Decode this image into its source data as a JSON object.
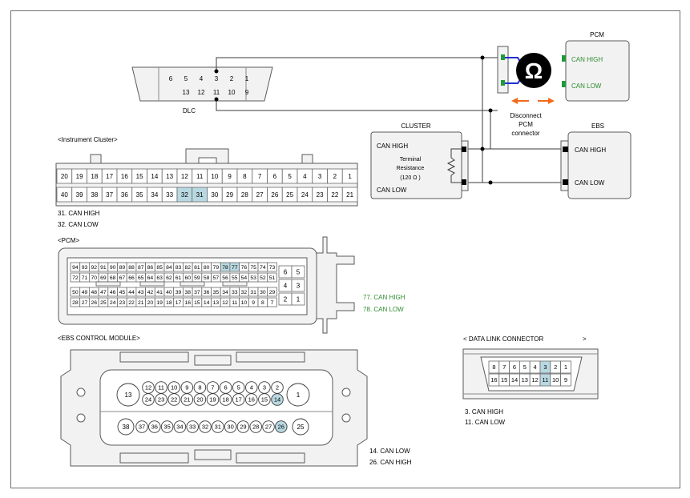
{
  "colors": {
    "line": "#3a3a3a",
    "box_fill": "#f2f2f2",
    "box_stroke": "#5a5a5a",
    "highlight": "#b9d9e2",
    "green_text": "#2e8b2e",
    "blue_wire": "#1e2fd4",
    "green_pin": "#1f9a3a",
    "orange_arrow": "#f26a1b",
    "ohm_fill": "#000000"
  },
  "dlc_top": {
    "label": "DLC",
    "row1": [
      "6",
      "5",
      "4",
      "3",
      "2",
      "1"
    ],
    "row2": [
      "13",
      "12",
      "11",
      "10",
      "9"
    ]
  },
  "pcm_box": {
    "title": "PCM",
    "high": "CAN HIGH",
    "low": "CAN LOW"
  },
  "ebs_box": {
    "title": "EBS",
    "high": "CAN HIGH",
    "low": "CAN LOW"
  },
  "cluster_box": {
    "title": "CLUSTER",
    "high": "CAN HIGH",
    "low": "CAN LOW",
    "res_line1": "Terminal",
    "res_line2": "Resistance",
    "res_line3": "(120   Ω )"
  },
  "ohmmeter": {
    "symbol": "Ω",
    "icon": "ohmmeter-icon"
  },
  "disconnect": {
    "line1": "Disconnect",
    "line2": "PCM",
    "line3": "connector"
  },
  "instrument_cluster": {
    "title": "<Instrument Cluster>",
    "row1": [
      "20",
      "19",
      "18",
      "17",
      "16",
      "15",
      "14",
      "13",
      "12",
      "11",
      "10",
      "9",
      "8",
      "7",
      "6",
      "5",
      "4",
      "3",
      "2",
      "1"
    ],
    "row2": [
      "40",
      "39",
      "38",
      "37",
      "36",
      "35",
      "34",
      "33",
      "32",
      "31",
      "30",
      "29",
      "28",
      "27",
      "26",
      "25",
      "24",
      "23",
      "22",
      "21"
    ],
    "highlighted": [
      "32",
      "31"
    ],
    "note1": "31.   CAN HIGH",
    "note2": "32.   CAN LOW"
  },
  "pcm_connector": {
    "title": "<PCM>",
    "row1": [
      "94",
      "93",
      "92",
      "91",
      "90",
      "89",
      "88",
      "87",
      "86",
      "85",
      "84",
      "83",
      "82",
      "81",
      "80",
      "79",
      "78",
      "77",
      "76",
      "75",
      "74",
      "73"
    ],
    "row2": [
      "72",
      "71",
      "70",
      "69",
      "68",
      "67",
      "66",
      "65",
      "64",
      "63",
      "62",
      "61",
      "60",
      "59",
      "58",
      "57",
      "56",
      "55",
      "54",
      "53",
      "52",
      "51"
    ],
    "row3": [
      "50",
      "49",
      "48",
      "47",
      "46",
      "45",
      "44",
      "43",
      "42",
      "41",
      "40",
      "39",
      "38",
      "37",
      "36",
      "35",
      "34",
      "33",
      "32",
      "31",
      "30",
      "29"
    ],
    "row4": [
      "28",
      "27",
      "26",
      "25",
      "24",
      "23",
      "22",
      "21",
      "20",
      "19",
      "18",
      "17",
      "16",
      "15",
      "14",
      "13",
      "12",
      "11",
      "10",
      "9",
      "8",
      "7"
    ],
    "side": [
      [
        "6",
        "5"
      ],
      [
        "4",
        "3"
      ],
      [
        "2",
        "1"
      ]
    ],
    "highlighted": [
      "78",
      "77"
    ],
    "note1": "77.    CAN HIGH",
    "note2": "78.    CAN LOW"
  },
  "ebs_module": {
    "title": "<EBS CONTROL MODULE>",
    "row1": [
      "12",
      "11",
      "10",
      "9",
      "8",
      "7",
      "6",
      "5",
      "4",
      "3",
      "2"
    ],
    "row2": [
      "24",
      "23",
      "22",
      "21",
      "20",
      "19",
      "18",
      "17",
      "16",
      "15",
      "14"
    ],
    "row3": [
      "37",
      "36",
      "35",
      "34",
      "33",
      "32",
      "31",
      "30",
      "29",
      "28",
      "27",
      "26"
    ],
    "big_left_top": "13",
    "big_right_top": "1",
    "big_left_bottom": "38",
    "big_right_bottom": "25",
    "highlighted": [
      "14",
      "26"
    ],
    "note1": "14. CAN LOW",
    "note2": "26. CAN HIGH"
  },
  "data_link_connector": {
    "title": "< DATA LINK CONNECTOR",
    "title_end": ">",
    "row1": [
      "8",
      "7",
      "6",
      "5",
      "4",
      "3",
      "2",
      "1"
    ],
    "row2": [
      "16",
      "15",
      "14",
      "13",
      "12",
      "11",
      "10",
      "9"
    ],
    "highlighted": [
      "3",
      "11"
    ],
    "note1": "3.     CAN HIGH",
    "note2": "11.     CAN LOW"
  }
}
